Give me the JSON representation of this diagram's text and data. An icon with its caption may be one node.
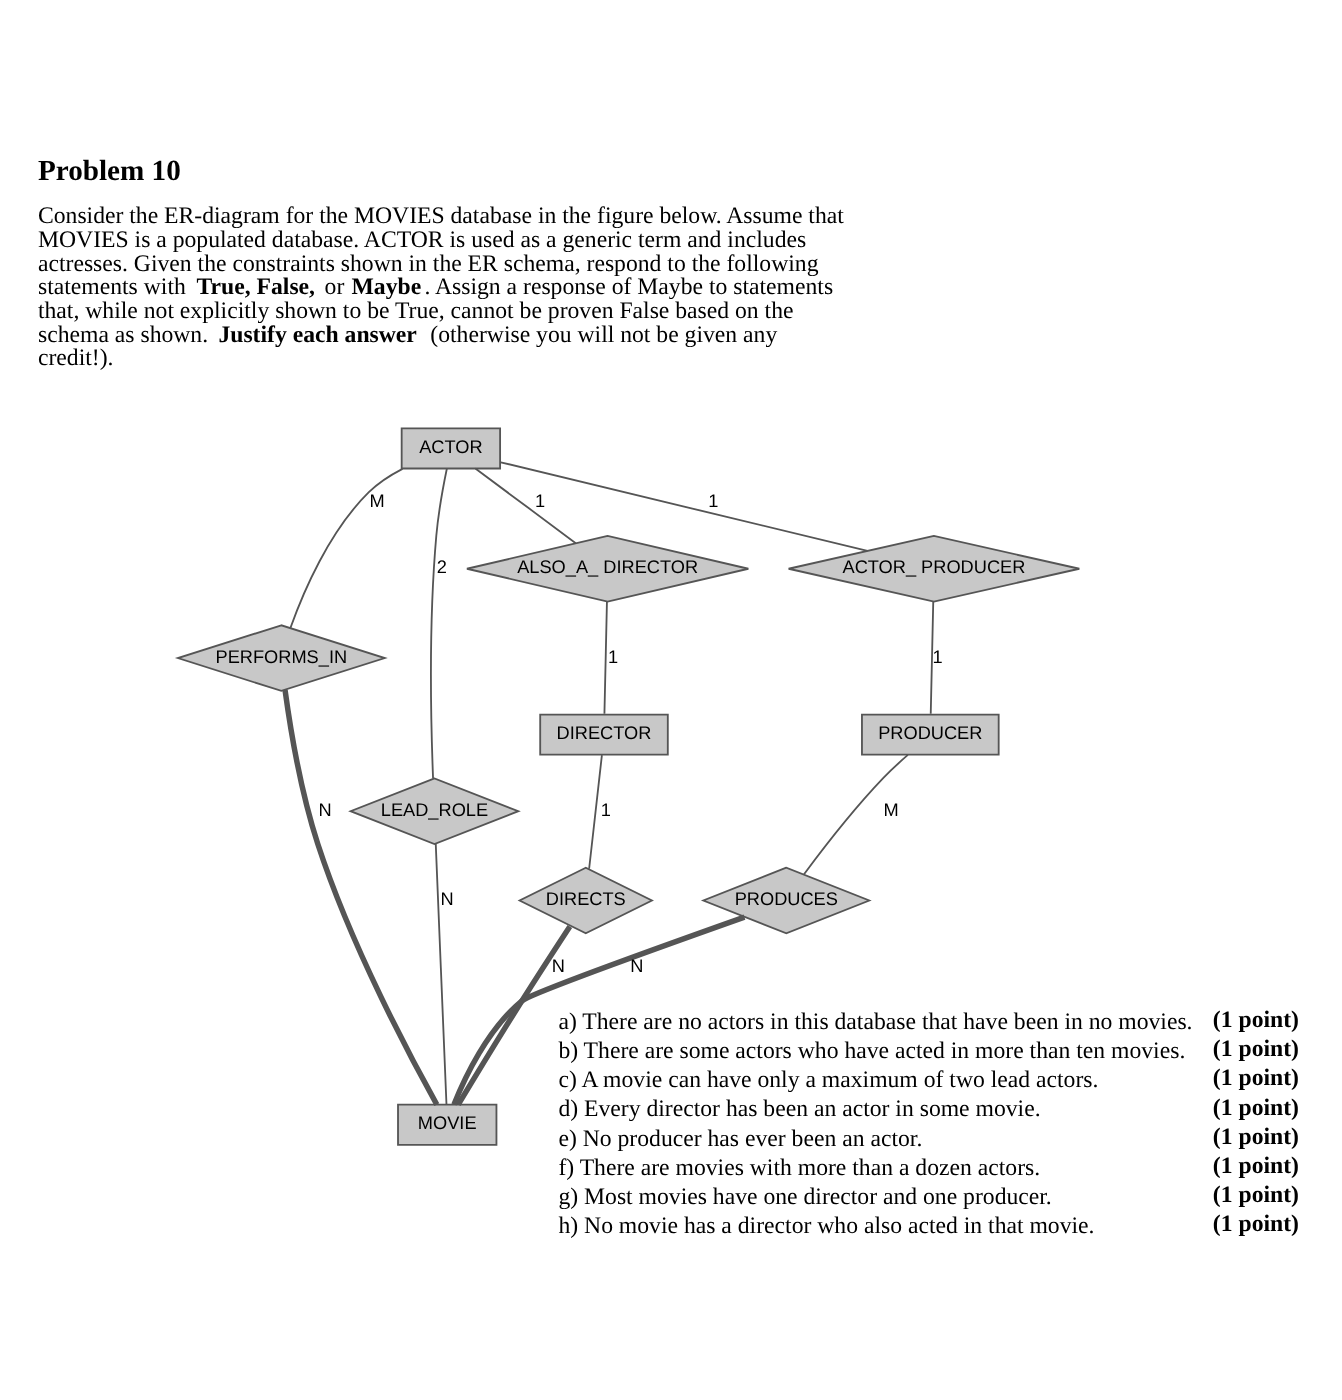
{
  "diagram": {
    "title": "Problem 10",
    "nodes": [
      {
        "text": [
          "PERFORMS_IN"
        ]
      },
      {
        "text": [
          "MOVIE"
        ]
      },
      {
        "text": [
          "ACTOR"
        ]
      },
      {
        "text": [
          "LEAD_ROLE"
        ]
      },
      {
        "text": [
          "ALSO_A_ DIRECTOR"
        ]
      },
      {
        "text": [
          "ACTOR_ PRODUCER"
        ]
      },
      {
        "text": [
          "DIRECTOR"
        ]
      },
      {
        "text": [
          "DIRECTS"
        ]
      },
      {
        "text": [
          "PRODUCER"
        ]
      },
      {
        "text": [
          "PRODUCES"
        ]
      }
    ],
    "edges": [
      {
        "from": 2,
        "to": 0,
        "arrow": "none",
        "label": "M"
      },
      {
        "from": 0,
        "to": 1,
        "arrow": "none",
        "label": "N",
        "style": "thick"
      },
      {
        "from": 2,
        "to": 3,
        "arrow": "none",
        "label": "2"
      },
      {
        "from": 3,
        "to": 1,
        "arrow": "none",
        "label": "N"
      },
      {
        "from": 2,
        "to": 4,
        "arrow": "none",
        "label": "1"
      },
      {
        "from": 4,
        "to": 6,
        "arrow": "none",
        "label": "1"
      },
      {
        "from": 2,
        "to": 5,
        "arrow": "none",
        "label": "1"
      },
      {
        "from": 5,
        "to": 8,
        "arrow": "none",
        "label": "1"
      },
      {
        "from": 6,
        "to": 7,
        "arrow": "none",
        "label": "1"
      },
      {
        "from": 7,
        "to": 1,
        "arrow": "none",
        "label": "N",
        "style": "thick"
      },
      {
        "from": 8,
        "to": 9,
        "arrow": "none",
        "label": "M"
      },
      {
        "from": 9,
        "to": 1,
        "arrow": "none",
        "label": "N",
        "style": "thick"
      }
    ],
    "labels": [
      "Consider the ER-diagram for the MOVIES database in the figure below. Assume that MOVIES is a populated database. ACTOR is used as a generic term and includes actresses. Given the constraints shown in the ER schema, respond to the following statements with **True, False,** or **Maybe**. Assign a response of Maybe to statements that, while not explicitly shown to be True, cannot be proven False based on the schema as shown. **Justify each answer** (otherwise you will not be given any credit!).",
      "a) There are no actors in this database that have been in no movies.",
      "(1 point)",
      "b) There are some actors who have acted in more than ten movies.",
      "(1 point)",
      "c) A movie can have only a maximum of two lead actors.",
      "(1 point)",
      "d) Every director has been an actor in some movie.",
      "(1 point)",
      "e) No producer has ever been an actor.",
      "(1 point)",
      "f) There are movies with more than a dozen actors.",
      "(1 point)",
      "g) Most movies have one director and one producer.",
      "(1 point)",
      "h) No movie has a director who also acted in that movie.",
      "(1 point)"
    ]
  }
}
